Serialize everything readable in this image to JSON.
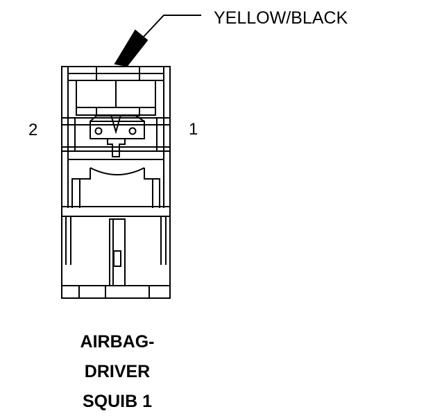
{
  "callout": {
    "wire_color": "YELLOW/BLACK"
  },
  "pins": {
    "left": "2",
    "right": "1"
  },
  "title": {
    "line1": "AIRBAG-",
    "line2": "DRIVER",
    "line3": "SQUIB 1"
  },
  "colors": {
    "ink": "#000000",
    "background": "#ffffff"
  }
}
